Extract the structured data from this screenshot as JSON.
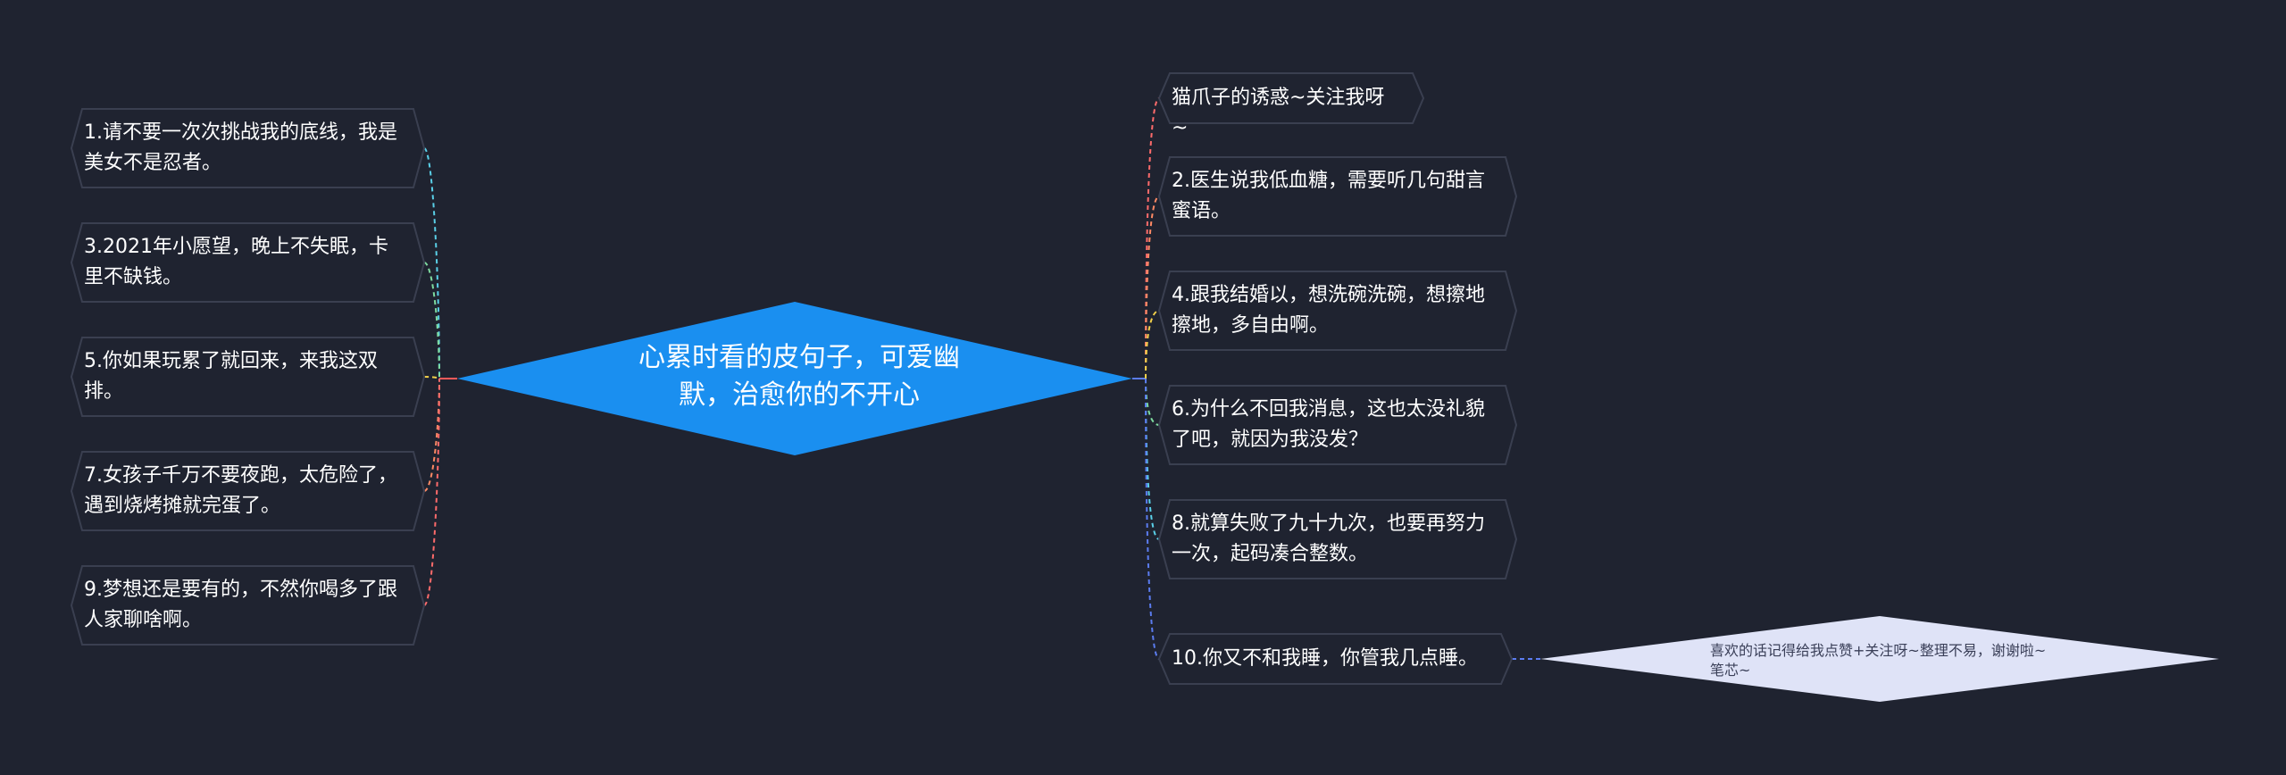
{
  "center": {
    "label": "心累时看的皮句子，可爱幽默，治愈你的不开心"
  },
  "left_nodes": [
    {
      "text": "1.请不要一次次挑战我的底线，我是美女不是忍者。",
      "color": "#5ad0e8"
    },
    {
      "text": "3.2021年小愿望，晚上不失眠，卡里不缺钱。",
      "color": "#7fdca0"
    },
    {
      "text": "5.你如果玩累了就回来，来我这双排。",
      "color": "#f2d04a"
    },
    {
      "text": "7.女孩子千万不要夜跑，太危险了，遇到烧烤摊就完蛋了。",
      "color": "#ff8a65"
    },
    {
      "text": "9.梦想还是要有的，不然你喝多了跟人家聊啥啊。",
      "color": "#ff6b6b"
    }
  ],
  "right_nodes": [
    {
      "text": "猫爪子的诱惑~关注我呀~",
      "color": "#ff6b6b"
    },
    {
      "text": "2.医生说我低血糖，需要听几句甜言蜜语。",
      "color": "#ff8a65"
    },
    {
      "text": "4.跟我结婚以，想洗碗洗碗，想擦地擦地，多自由啊。",
      "color": "#f2d04a"
    },
    {
      "text": "6.为什么不回我消息，这也太没礼貌了吧，就因为我没发？",
      "color": "#7fdca0"
    },
    {
      "text": "8.就算失败了九十九次，也要再努力一次，起码凑合整数。",
      "color": "#5ad0e8"
    },
    {
      "text": "10.你又不和我睡，你管我几点睡。",
      "color": "#5b7cf0"
    }
  ],
  "note": {
    "text": "喜欢的话记得给我点赞+关注呀~整理不易，谢谢啦~笔芯~"
  },
  "colors": {
    "background": "#1f2330",
    "center_fill": "#1a8ff0",
    "node_border": "#3a3f50",
    "note_fill": "#dfe3f7",
    "center_link_left": "#ff5a5a",
    "center_link_right": "#5b7cf0"
  }
}
